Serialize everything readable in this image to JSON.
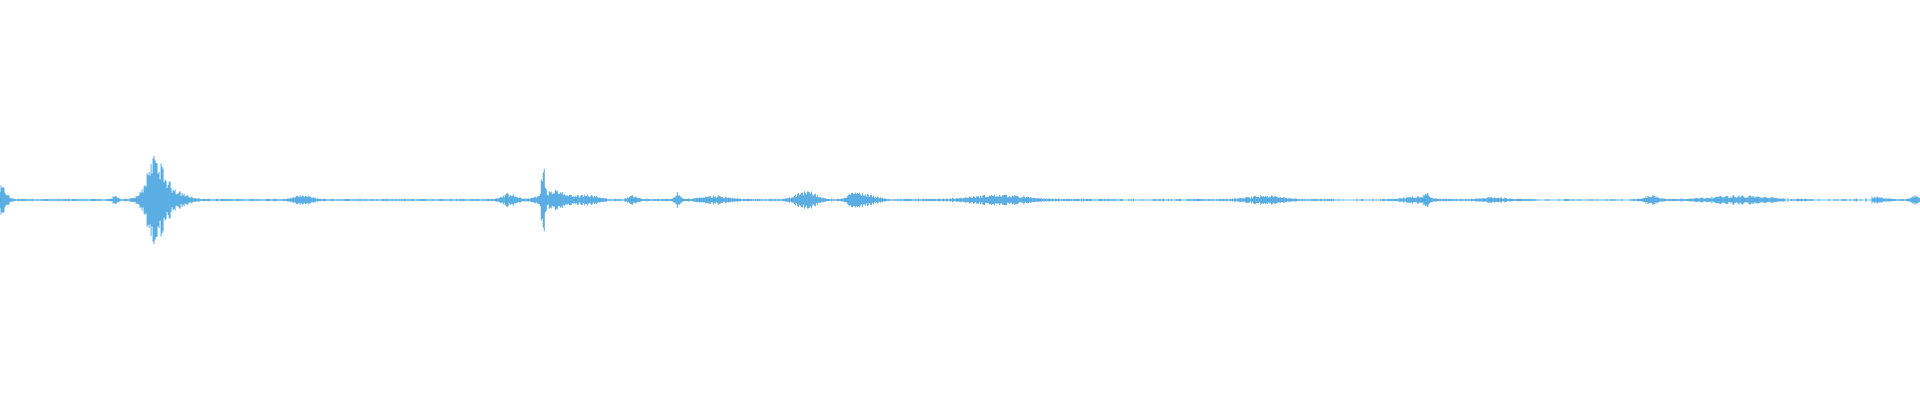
{
  "waveform": {
    "color": "#5aaee3",
    "background": "#ffffff",
    "samples": 1920,
    "bursts": [
      {
        "center": 0.001,
        "width": 0.004,
        "amplitude": 0.07
      },
      {
        "center": 0.06,
        "width": 0.002,
        "amplitude": 0.025
      },
      {
        "center": 0.08,
        "width": 0.006,
        "amplitude": 0.2
      },
      {
        "center": 0.086,
        "width": 0.012,
        "amplitude": 0.09
      },
      {
        "center": 0.158,
        "width": 0.008,
        "amplitude": 0.02
      },
      {
        "center": 0.265,
        "width": 0.006,
        "amplitude": 0.03
      },
      {
        "center": 0.283,
        "width": 0.0015,
        "amplitude": 0.19
      },
      {
        "center": 0.288,
        "width": 0.01,
        "amplitude": 0.05
      },
      {
        "center": 0.305,
        "width": 0.01,
        "amplitude": 0.025
      },
      {
        "center": 0.33,
        "width": 0.004,
        "amplitude": 0.02
      },
      {
        "center": 0.353,
        "width": 0.002,
        "amplitude": 0.04
      },
      {
        "center": 0.372,
        "width": 0.012,
        "amplitude": 0.02
      },
      {
        "center": 0.42,
        "width": 0.008,
        "amplitude": 0.05
      },
      {
        "center": 0.445,
        "width": 0.005,
        "amplitude": 0.035
      },
      {
        "center": 0.452,
        "width": 0.008,
        "amplitude": 0.025
      },
      {
        "center": 0.52,
        "width": 0.022,
        "amplitude": 0.025
      },
      {
        "center": 0.659,
        "width": 0.014,
        "amplitude": 0.02
      },
      {
        "center": 0.738,
        "width": 0.012,
        "amplitude": 0.015
      },
      {
        "center": 0.743,
        "width": 0.002,
        "amplitude": 0.03
      },
      {
        "center": 0.778,
        "width": 0.01,
        "amplitude": 0.012
      },
      {
        "center": 0.86,
        "width": 0.006,
        "amplitude": 0.02
      },
      {
        "center": 0.905,
        "width": 0.025,
        "amplitude": 0.02
      },
      {
        "center": 0.976,
        "width": 0.008,
        "amplitude": 0.015
      },
      {
        "center": 0.998,
        "width": 0.004,
        "amplitude": 0.02
      }
    ],
    "baseline_noise": 0.004,
    "gaps": [
      [
        0.585,
        0.6
      ],
      [
        0.605,
        0.612
      ],
      [
        0.615,
        0.618
      ],
      [
        0.695,
        0.72
      ],
      [
        0.8,
        0.815
      ],
      [
        0.82,
        0.838
      ],
      [
        0.842,
        0.85
      ],
      [
        0.93,
        0.935
      ],
      [
        0.945,
        0.975
      ]
    ]
  }
}
